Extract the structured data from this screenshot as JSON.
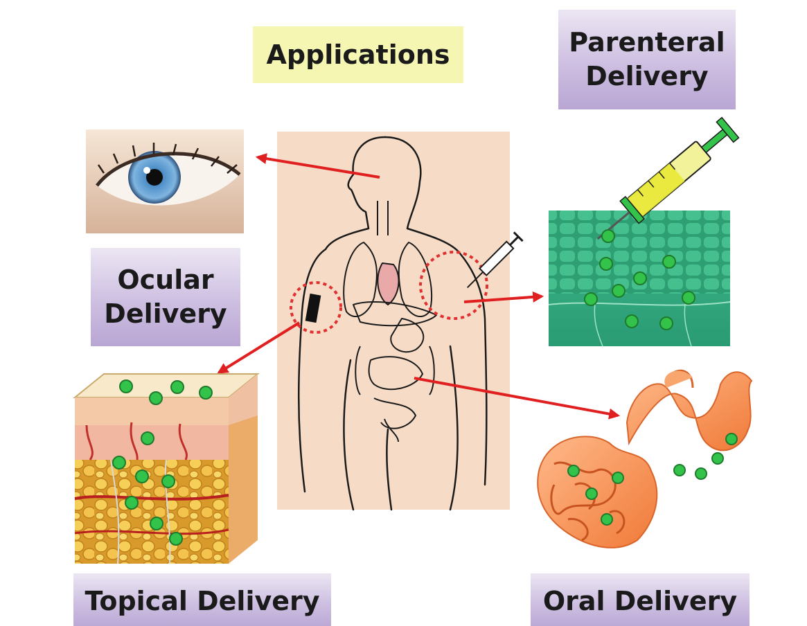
{
  "labels": {
    "applications": "Applications",
    "parenteral_line1": "Parenteral",
    "parenteral_line2": "Delivery",
    "ocular_line1": "Ocular",
    "ocular_line2": "Delivery",
    "topical": "Topical Delivery",
    "oral": "Oral Delivery"
  },
  "colors": {
    "arrow": "#e02020",
    "highlight_circle": "#e03030",
    "particle": "#33c24a",
    "body_panel": "#f6dcc6",
    "label_purple": "#c9bcdf",
    "label_yellow": "#f4f6b2",
    "outline": "#1a1a1a"
  }
}
